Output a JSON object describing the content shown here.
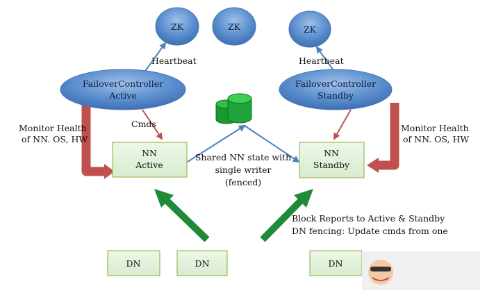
{
  "zk_nodes": [
    "ZK",
    "ZK",
    "ZK"
  ],
  "failover_active": [
    "FailoverController",
    "Active"
  ],
  "failover_standby": [
    "FailoverController",
    "Standby"
  ],
  "nn_active": [
    "NN",
    "Active"
  ],
  "nn_standby": [
    "NN",
    "Standby"
  ],
  "dn_nodes": [
    "DN",
    "DN",
    "DN"
  ],
  "labels": {
    "heartbeat_left": "Heartbeat",
    "heartbeat_right": "Heartbeat",
    "cmds": "Cmds",
    "monitor_left": [
      "Monitor Health",
      "of NN. OS, HW"
    ],
    "monitor_right": [
      "Monitor Health",
      "of NN. OS, HW"
    ],
    "shared_state": [
      "Shared NN state with",
      "single writer",
      "(fenced)"
    ],
    "block_reports": [
      "Block Reports to Active & Standby",
      "DN fencing: Update cmds from one"
    ]
  },
  "colors": {
    "ellipse": "#4f81bd",
    "box_fill": "#e1f0d9",
    "box_border": "#9bbb59",
    "red_arrow": "#c0504d",
    "green_arrow": "#1f8a3a",
    "blue_arrow": "#4f81bd",
    "database": "#1fa33a"
  }
}
